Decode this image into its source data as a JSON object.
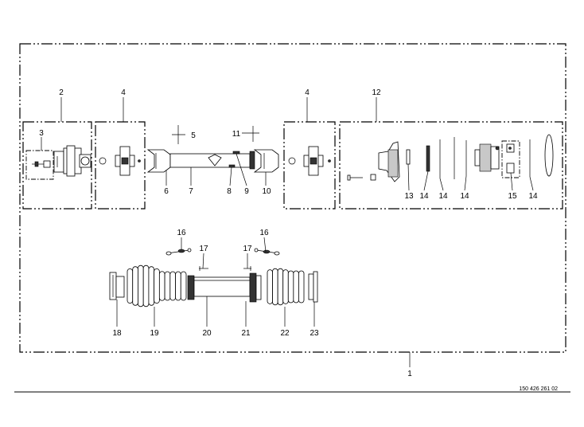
{
  "labels": {
    "l1": "1",
    "l2": "2",
    "l3": "3",
    "l4a": "4",
    "l4b": "4",
    "l5": "5",
    "l6": "6",
    "l7": "7",
    "l8": "8",
    "l9": "9",
    "l10": "10",
    "l11": "11",
    "l12": "12",
    "l13": "13",
    "l14a": "14",
    "l14b": "14",
    "l14c": "14",
    "l14d": "14",
    "l15": "15",
    "l16a": "16",
    "l16b": "16",
    "l17a": "17",
    "l17b": "17",
    "l18": "18",
    "l19": "19",
    "l20": "20",
    "l21": "21",
    "l22": "22",
    "l23": "23"
  },
  "drawing_code": "150 426 261 02"
}
